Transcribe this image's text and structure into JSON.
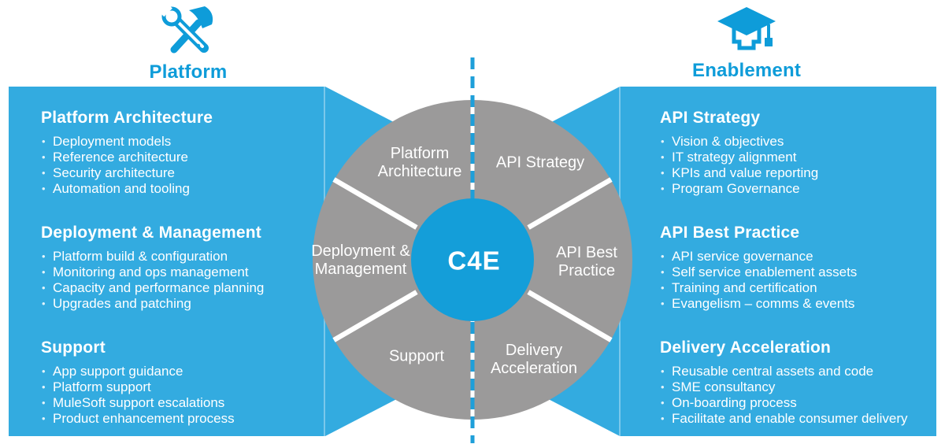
{
  "palette": {
    "panel_blue": "#33ABE0",
    "accent_blue": "#0E9CD9",
    "center_circle_blue": "#149ED9",
    "wheel_gray": "#9B9A9A",
    "text_white": "#FFFFFF"
  },
  "header_left": {
    "title": "Platform",
    "icon": "wrench-hammer-icon"
  },
  "header_right": {
    "title": "Enablement",
    "icon": "graduation-cap-icon"
  },
  "left_panel": {
    "sections": [
      {
        "heading": "Platform Architecture",
        "items": [
          "Deployment models",
          "Reference architecture",
          "Security architecture",
          "Automation and tooling"
        ]
      },
      {
        "heading": "Deployment & Management",
        "items": [
          "Platform build & configuration",
          "Monitoring and ops management",
          "Capacity and performance planning",
          "Upgrades and patching"
        ]
      },
      {
        "heading": "Support",
        "items": [
          "App support guidance",
          "Platform support",
          "MuleSoft support escalations",
          "Product enhancement process"
        ]
      }
    ]
  },
  "right_panel": {
    "sections": [
      {
        "heading": "API Strategy",
        "items": [
          "Vision & objectives",
          "IT strategy alignment",
          "KPIs and value reporting",
          "Program Governance"
        ]
      },
      {
        "heading": "API Best Practice",
        "items": [
          "API service governance",
          "Self service enablement assets",
          "Training and certification",
          "Evangelism – comms & events"
        ]
      },
      {
        "heading": "Delivery Acceleration",
        "items": [
          "Reusable central assets and code",
          "SME consultancy",
          "On-boarding process",
          "Facilitate and enable consumer delivery"
        ]
      }
    ]
  },
  "wheel": {
    "center_label": "C4E",
    "segments": {
      "top_left": "Platform Architecture",
      "top_right": "API Strategy",
      "left": "Deployment & Management",
      "right": "API Best Practice",
      "bottom_left": "Support",
      "bottom_right": "Delivery Acceleration"
    }
  }
}
